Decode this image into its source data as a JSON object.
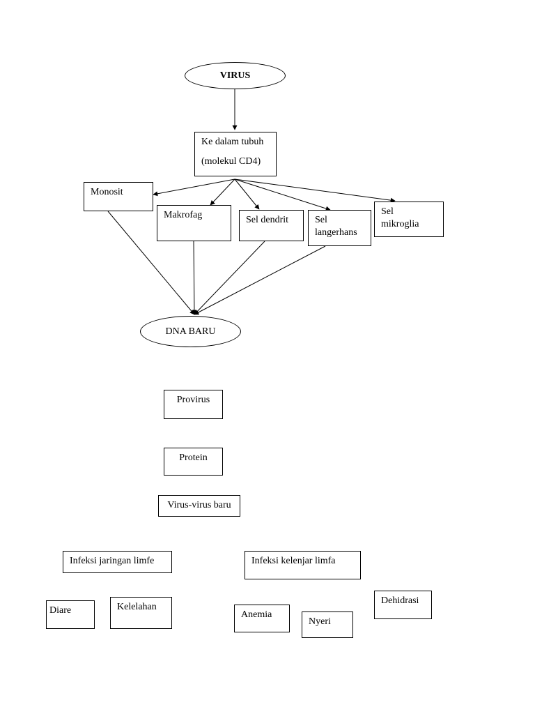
{
  "virus": "VIRUS",
  "body_entry": {
    "line1": "Ke dalam tubuh",
    "line2": "(molekul  CD4)"
  },
  "cells": {
    "monosit": "Monosit",
    "makrofag": "Makrofag",
    "sel_dendrit": "Sel dendrit",
    "sel_langerhans": {
      "line1": "Sel",
      "line2": "langerhans"
    },
    "sel_mikroglia": {
      "line1": "Sel",
      "line2": "mikroglia"
    }
  },
  "dna_baru": "DNA BARU",
  "sequence": {
    "provirus": "Provirus",
    "protein": "Protein",
    "virus_baru": "Virus-virus baru"
  },
  "infections": {
    "jaringan_limfe": "Infeksi jaringan limfe",
    "kelenjar_limfa": "Infeksi kelenjar limfa"
  },
  "symptoms": {
    "diare": "Diare",
    "kelelahan": "Kelelahan",
    "anemia": "Anemia",
    "nyeri": "Nyeri",
    "dehidrasi": "Dehidrasi"
  }
}
